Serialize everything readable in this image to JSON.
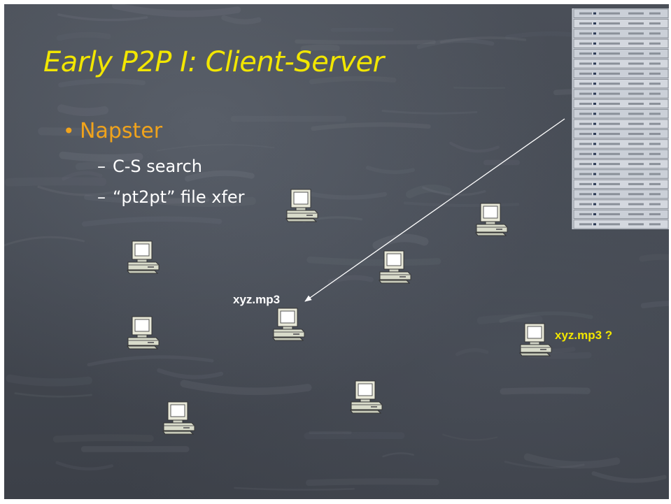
{
  "slide": {
    "title": "Early P2P I: Client-Server",
    "bullet": {
      "marker": "•",
      "text": "Napster",
      "subitems": [
        {
          "dash": "–",
          "text": "C-S search"
        },
        {
          "dash": "–",
          "text": "“pt2pt” file xfer"
        }
      ]
    },
    "labels": {
      "file_holder": "xyz.mp3",
      "query": "xyz.mp3 ?"
    }
  },
  "colors": {
    "title": "#f2e600",
    "bullet": "#f0a31c",
    "body_text": "#ffffff",
    "query_label": "#f2e600",
    "background": "#464b54"
  },
  "icons": {
    "client": "desktop-computer-icon",
    "server": "server-rack-icon"
  }
}
